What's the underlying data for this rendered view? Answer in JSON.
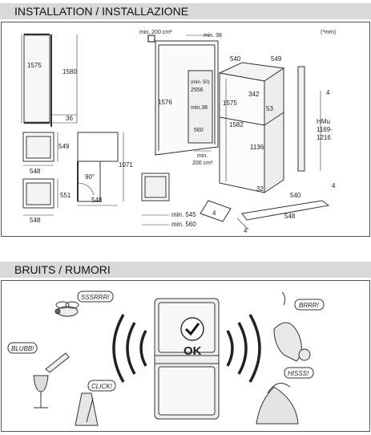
{
  "section1": {
    "title": "INSTALLATION / INSTALLAZIONE",
    "unit_note": "(*mm)",
    "labels": {
      "h1575_side": "1575",
      "h1580": "1580",
      "d36": "36",
      "h549": "549",
      "w548_a": "548",
      "h1071": "1071",
      "ang90": "90°",
      "w548_b": "548",
      "h551": "551",
      "w548_c": "548",
      "min_200_top": "min. 200 cm²",
      "min_38_top": "min. 38",
      "min_50": "(min. 50)",
      "v2556": "2556",
      "h1576": "1576",
      "min_38_mid": "min.38",
      "v560": "560",
      "min_200_bottom_1": "min.",
      "min_200_bottom_2": "200 cm²",
      "min_545": "min. 545",
      "min_560": "min. 560",
      "w540_top": "540",
      "w549_top": "549",
      "h342": "342",
      "h53": "53",
      "h1575_main": "1575",
      "h1582": "1582",
      "h1136": "1136",
      "h32": "32",
      "n4_right": "4",
      "hmu_1": "HMu",
      "hmu_2": "1169-",
      "hmu_3": "1216",
      "n4_lower": "4",
      "w540_bottom": "540",
      "w548_bottom": "548",
      "n4_left": "4",
      "n4_step": "4"
    }
  },
  "section2": {
    "title": "BRUITS / RUMORI",
    "bubbles": {
      "fly": "SSSRRR!",
      "cat": "BRRR!",
      "wine": "BLUBB!",
      "metronome": "CLICK!",
      "iron": "HISSS!"
    },
    "ok_label": "OK"
  }
}
